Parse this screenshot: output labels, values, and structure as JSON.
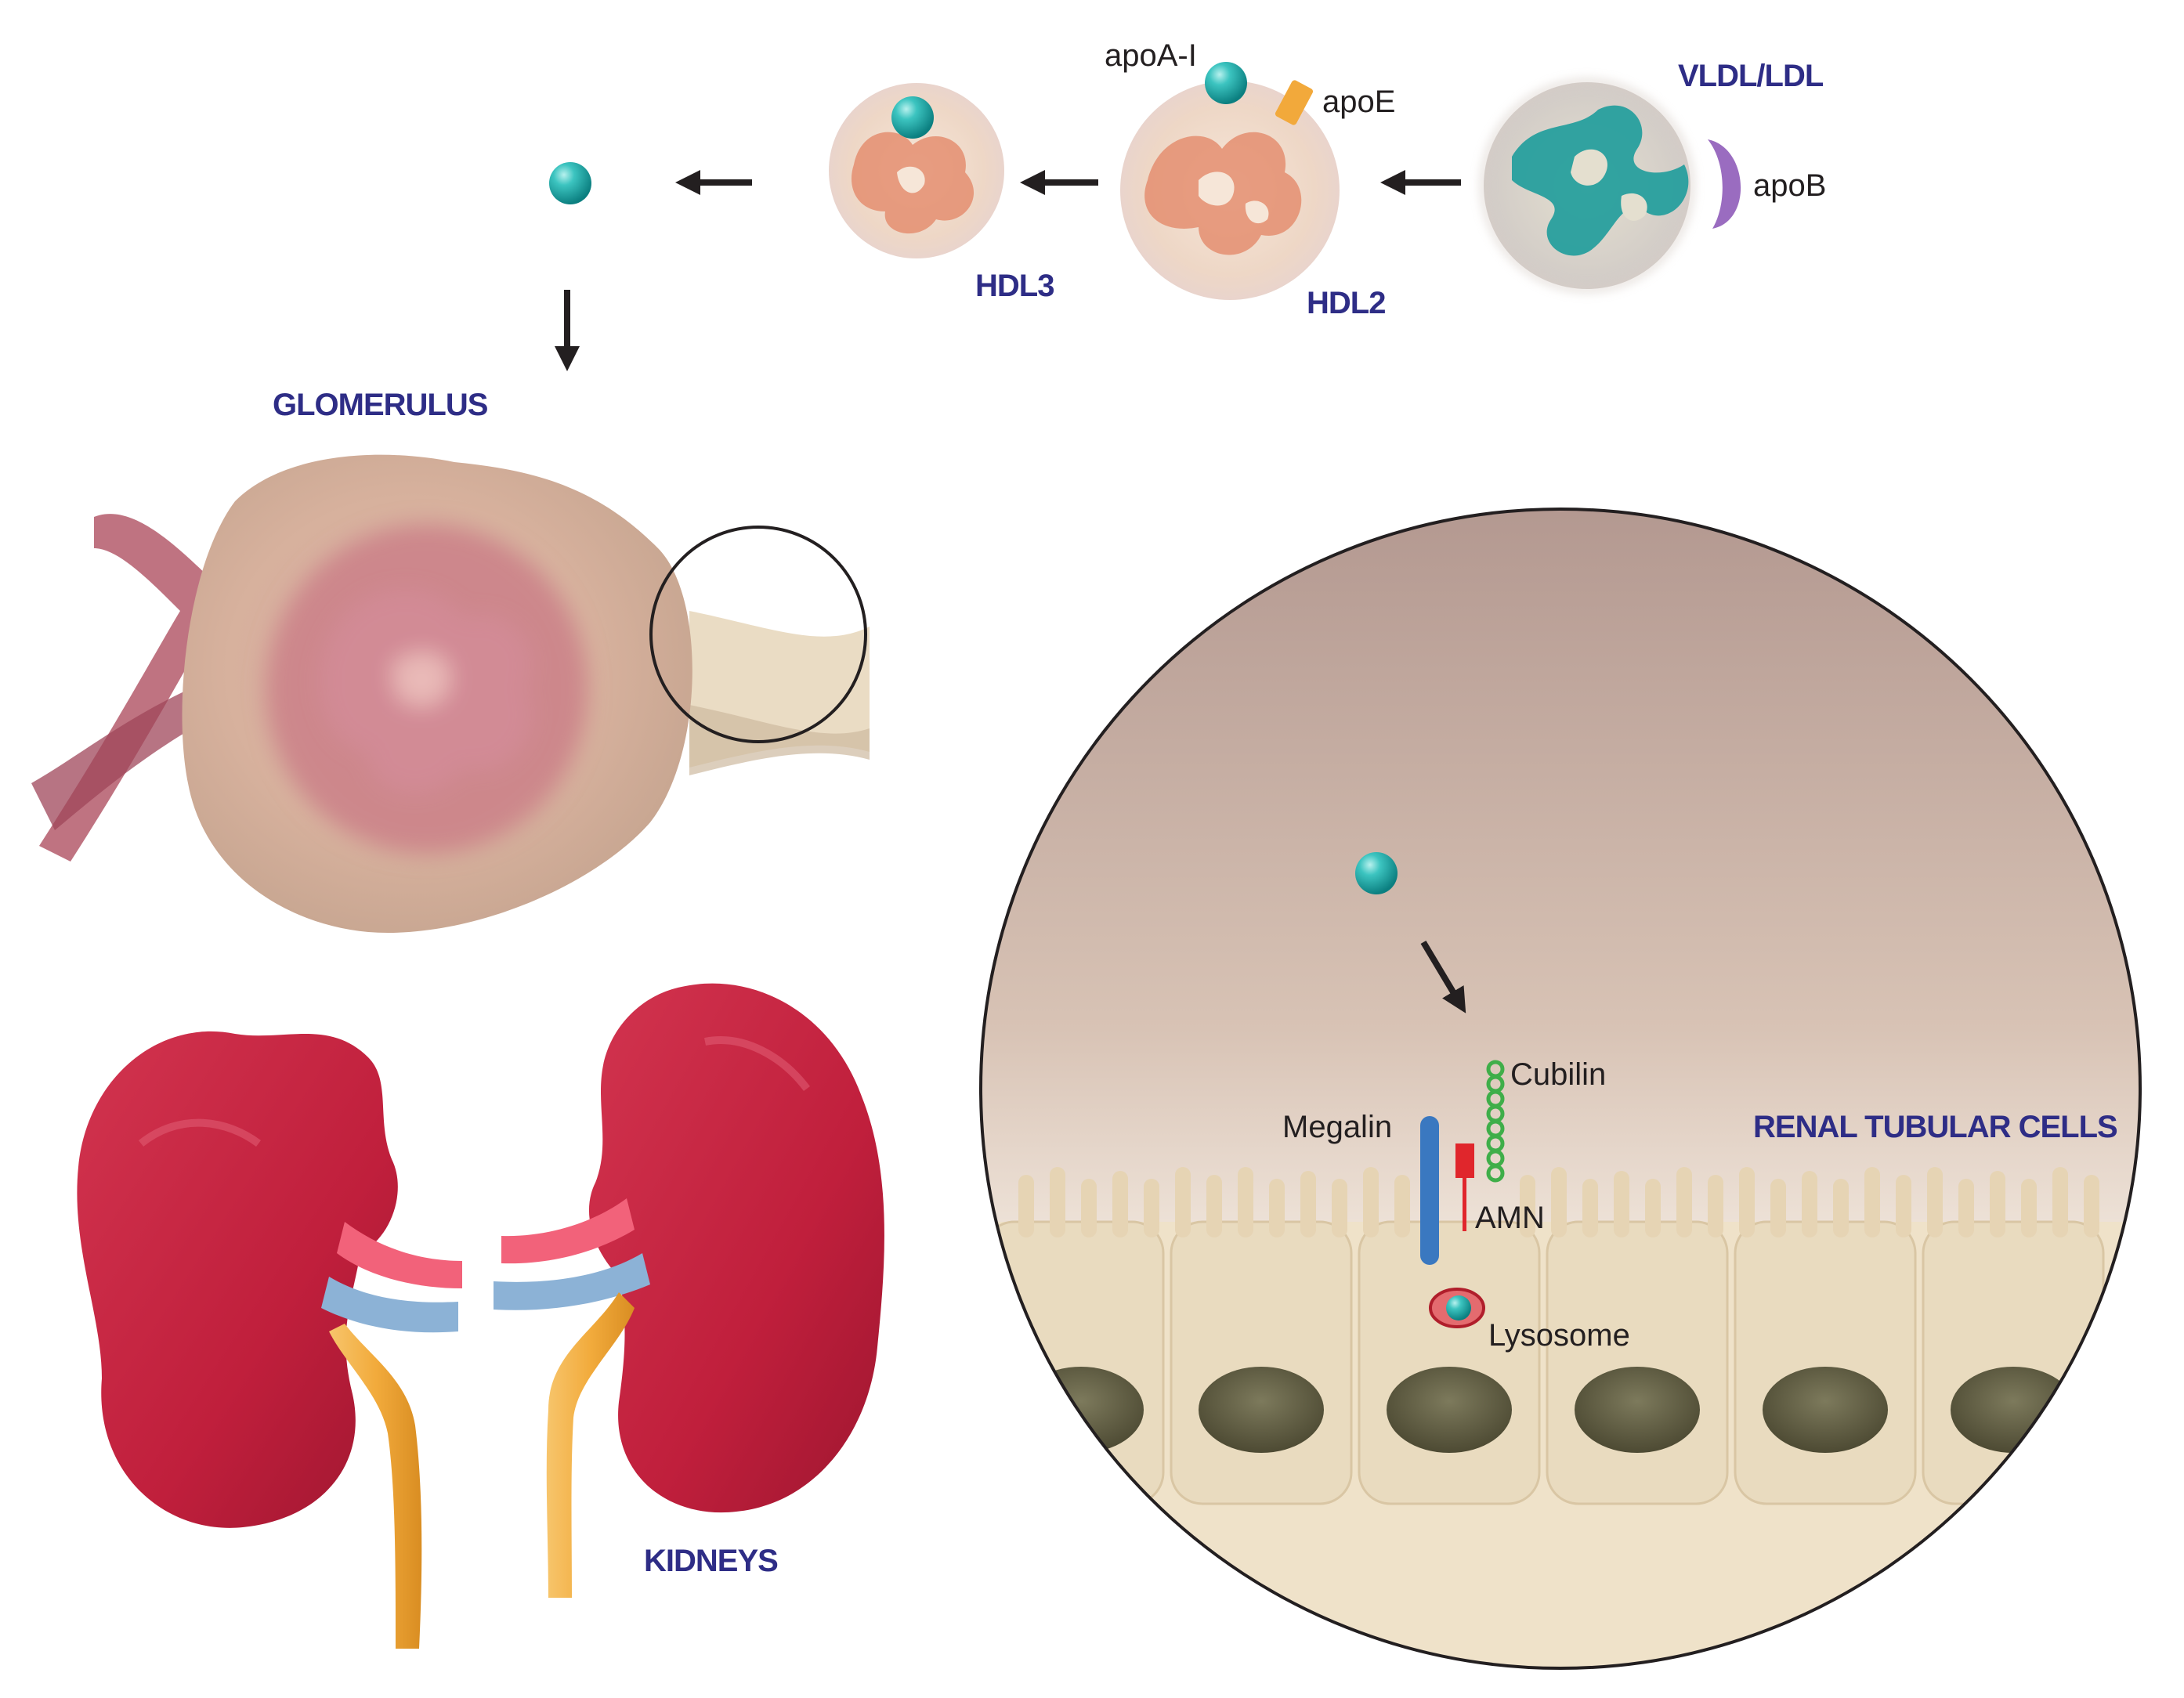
{
  "particles": {
    "vldl_ldl": "VLDL/LDL",
    "apob": "apoB",
    "hdl2": "HDL2",
    "apoai": "apoA-I",
    "apoe": "apoE",
    "hdl3": "HDL3"
  },
  "glomerulus": {
    "title": "GLOMERULUS"
  },
  "kidneys": {
    "title": "KIDNEYS"
  },
  "zoom": {
    "title": "RENAL TUBULAR CELLS",
    "megalin": "Megalin",
    "cubilin": "Cubilin",
    "amn": "AMN",
    "lysosome": "Lysosome"
  },
  "colors": {
    "label_blue": "#2e2d86",
    "apoai_teal": "#1fa7a8",
    "apob_purple": "#9a6cc0",
    "apoe_orange": "#f2a93b",
    "megalin_blue": "#3a78c0",
    "cubilin_green": "#3fae49",
    "amn_red": "#e0262c",
    "kidney_red": "#c4243f",
    "ureter_orange": "#f2ab3c"
  }
}
